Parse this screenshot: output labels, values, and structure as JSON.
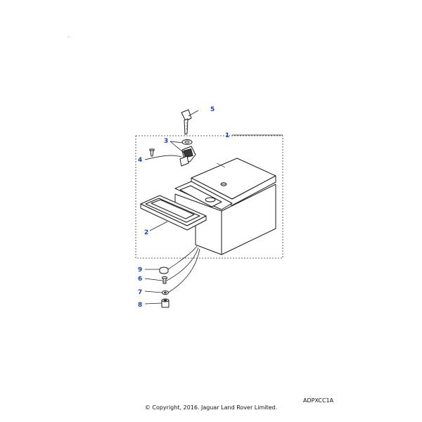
{
  "callouts": {
    "c1": "1",
    "c2": "2",
    "c3": "3",
    "c4": "4",
    "c5": "5",
    "c6": "6",
    "c7": "7",
    "c8": "8",
    "c9": "9"
  },
  "footer": {
    "reference_code": "ADPXCC1A",
    "copyright": "© Copyright, 2016. Jaguar Land Rover Limited."
  },
  "colors": {
    "callout": "#1a3fd6",
    "line": "#1a1a1a"
  }
}
